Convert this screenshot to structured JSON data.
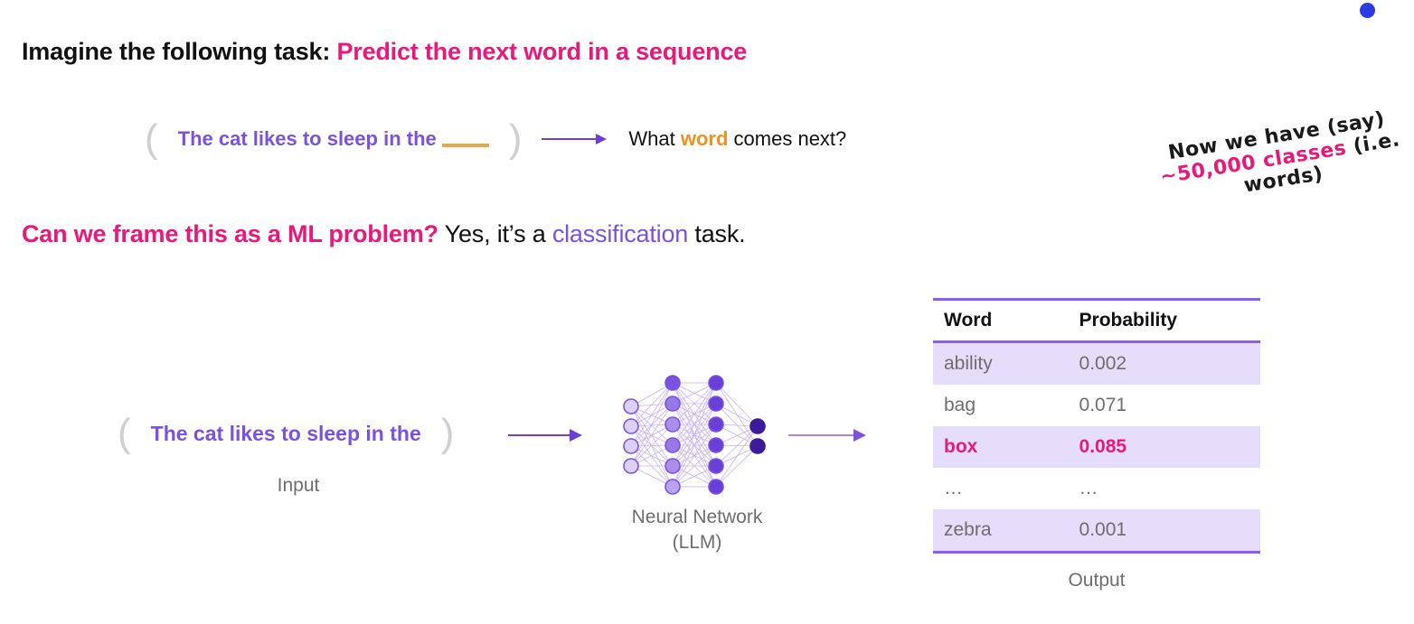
{
  "decor": {
    "blue_dot_color": "#2a3ce0"
  },
  "colors": {
    "pink": "#e8197b",
    "purple": "#7b52e0",
    "orange": "#f0901e",
    "row_shade": "#e6ddfb",
    "table_border": "#8b5cf6",
    "grey_text": "#6e6e6e"
  },
  "headline1": {
    "lead": "Imagine the following task:",
    "rest": "Predict the next word in a sequence"
  },
  "prompt_line": {
    "bracket_left": "(",
    "bracket_right": ")",
    "text": "The cat likes to sleep in the",
    "blank": "____",
    "question_prefix": "What ",
    "question_highlight": "word",
    "question_suffix": " comes next?",
    "arrow": "right-arrow"
  },
  "headline2": {
    "question": "Can we frame this as a ML problem?",
    "answer_prefix": " Yes, it’s a ",
    "answer_highlight": "classification",
    "answer_suffix": " task."
  },
  "handwriting": {
    "line1": "Now we have (say)",
    "line2_pink": "~50,000 classes",
    "line2_rest": " (i.e.",
    "line3": "words)"
  },
  "pipeline": {
    "input": {
      "bracket_left": "(",
      "bracket_right": ")",
      "text": "The cat likes to sleep in the",
      "caption": "Input"
    },
    "model": {
      "caption_line1": "Neural Network",
      "caption_line2": "(LLM)",
      "layers": [
        4,
        6,
        6,
        2
      ]
    },
    "output": {
      "caption": "Output",
      "columns": [
        "Word",
        "Probability"
      ],
      "rows": [
        {
          "word": "ability",
          "probability": "0.002",
          "shaded": true,
          "highlight": false
        },
        {
          "word": "bag",
          "probability": "0.071",
          "shaded": false,
          "highlight": false
        },
        {
          "word": "box",
          "probability": "0.085",
          "shaded": true,
          "highlight": true
        },
        {
          "word": "…",
          "probability": "…",
          "shaded": false,
          "highlight": false
        },
        {
          "word": "zebra",
          "probability": "0.001",
          "shaded": true,
          "highlight": false
        }
      ]
    }
  }
}
